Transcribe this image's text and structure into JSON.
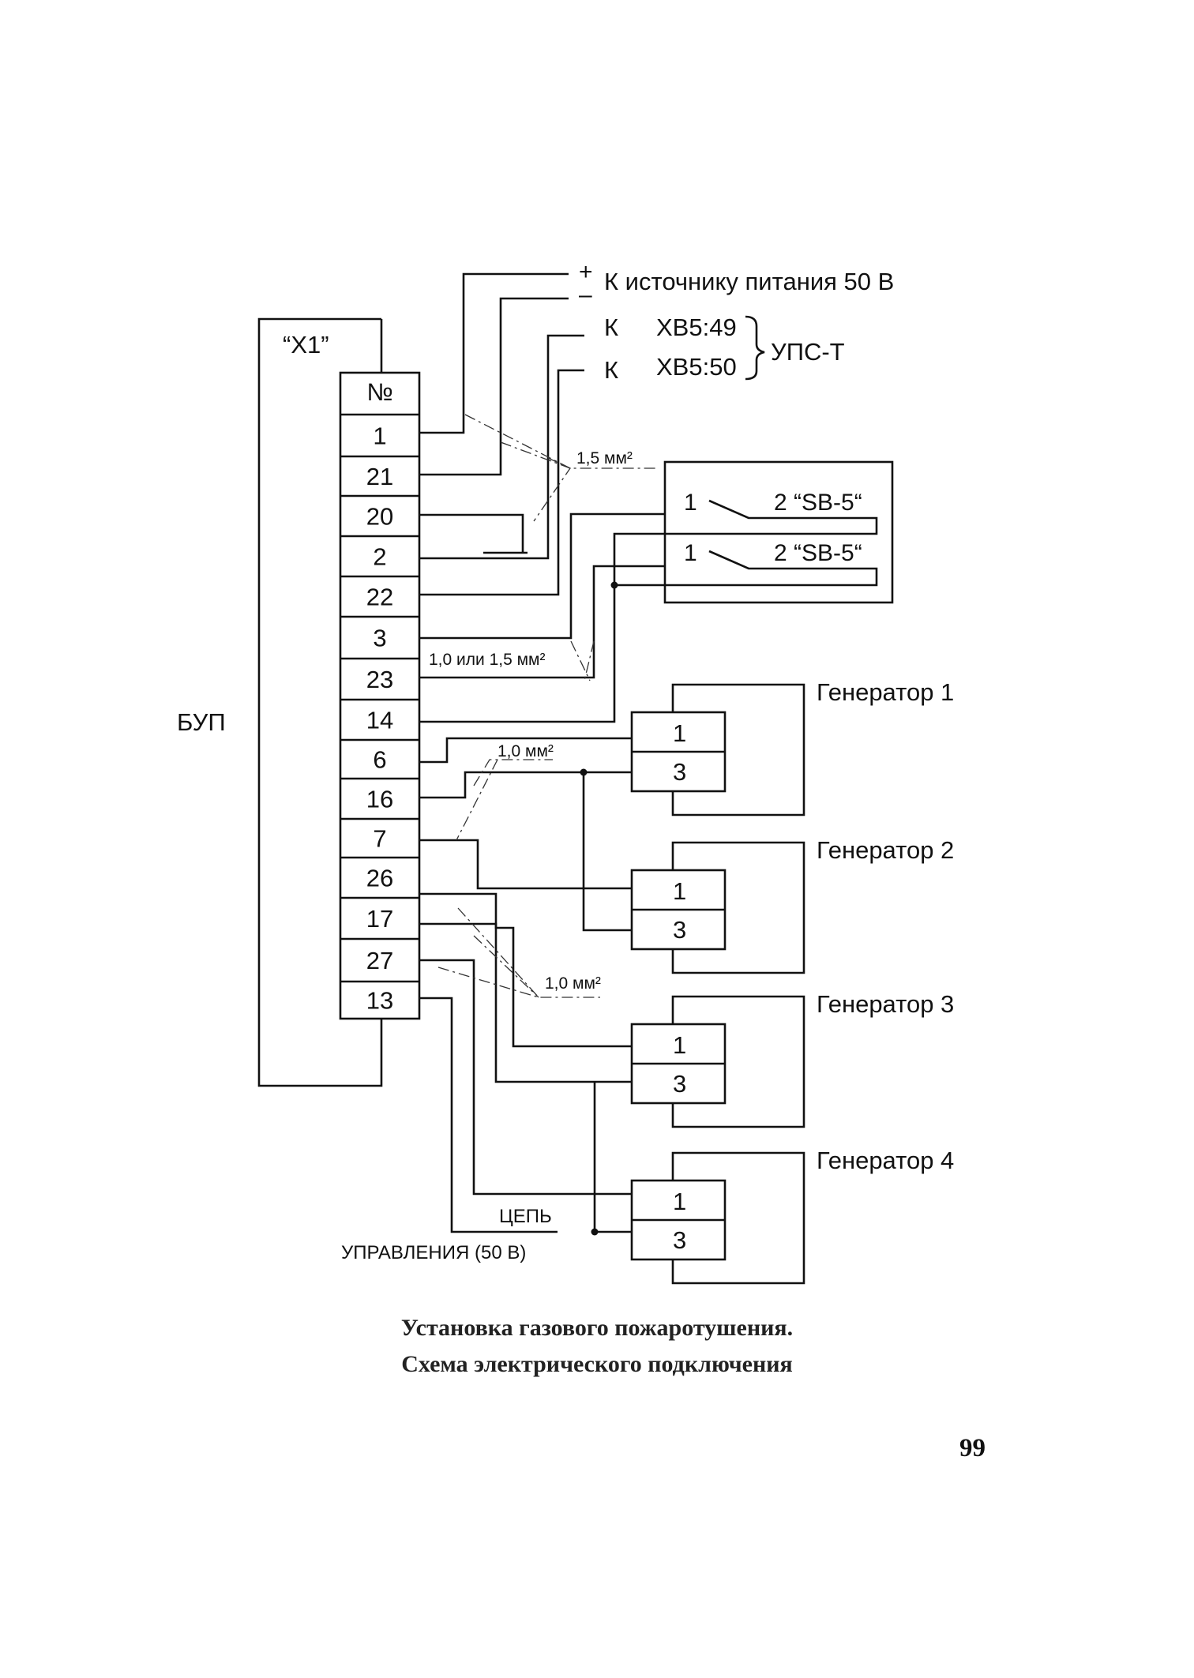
{
  "labels": {
    "power_plus": "+",
    "power_minus": "–",
    "power_dest": "К источнику питания 50 В",
    "k1": "К",
    "k2": "К",
    "xb549": "ХВ5:49",
    "xb550": "ХВ5:50",
    "ups": "УПС-Т",
    "x1": "“X1”",
    "bup": "БУП",
    "cross_section_1_5": "1,5 мм²",
    "cross_section_1_0_or_1_5": "1,0 или 1,5 мм²",
    "cross_section_1_0_a": "1,0 мм²",
    "cross_section_1_0_b": "1,0 мм²",
    "circuit_1": "ЦЕПЬ",
    "circuit_2": "УПРАВЛЕНИЯ (50 В)"
  },
  "terminal_header": "№",
  "terminals": [
    "1",
    "21",
    "20",
    "2",
    "22",
    "3",
    "23",
    "14",
    "6",
    "16",
    "7",
    "26",
    "17",
    "27",
    "13"
  ],
  "sb5": [
    {
      "pin1": "1",
      "label": "2 “SB-5“"
    },
    {
      "pin1": "1",
      "label": "2 “SB-5“"
    }
  ],
  "generators": [
    {
      "name": "Генератор 1",
      "pin_a": "1",
      "pin_b": "3"
    },
    {
      "name": "Генератор 2",
      "pin_a": "1",
      "pin_b": "3"
    },
    {
      "name": "Генератор 3",
      "pin_a": "1",
      "pin_b": "3"
    },
    {
      "name": "Генератор 4",
      "pin_a": "1",
      "pin_b": "3"
    }
  ],
  "caption": {
    "line1": "Установка газового пожаротушения.",
    "line2": "Схема электрического подключения"
  },
  "page_number": "99"
}
